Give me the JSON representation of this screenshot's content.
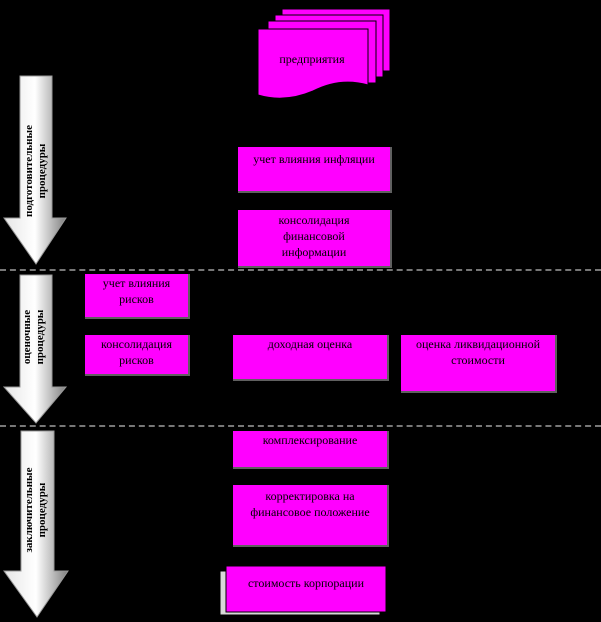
{
  "colors": {
    "box": "#FF00FF",
    "background": "#000000",
    "arrow_light": "#E6E6E6",
    "arrow_dark": "#808080"
  },
  "stages": [
    {
      "label_line1": "подготовительные",
      "label_line2": "процедуры"
    },
    {
      "label_line1": "оценочные",
      "label_line2": "процедуры"
    },
    {
      "label_line1": "заключительные",
      "label_line2": "процедуры"
    }
  ],
  "nodes": {
    "enterprises": "предприятия",
    "inflation_account": "учет влияния инфляции",
    "fin_consolidation": [
      "консолидация",
      "финансовой",
      "информации"
    ],
    "risk_account": [
      "учет влияния",
      "рисков"
    ],
    "risk_consolidation": [
      "консолидация",
      "рисков"
    ],
    "income_valuation": "доходная оценка",
    "liquidation_valuation": [
      "оценка ликвидационной",
      "стоимости"
    ],
    "reconciliation": "комплексирование",
    "fin_adjustment": [
      "корректировка на",
      "финансовое положение"
    ],
    "corporation_value": "стоимость корпорации"
  }
}
